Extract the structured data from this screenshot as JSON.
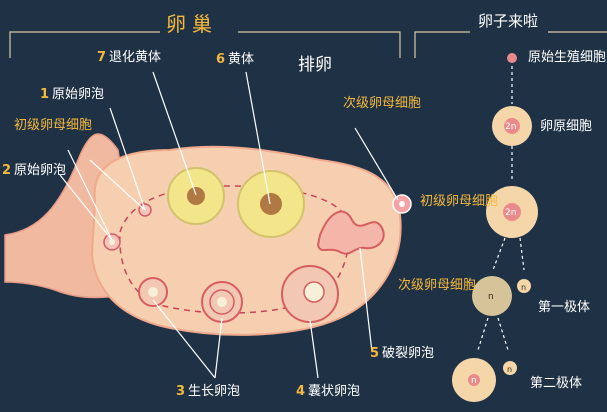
{
  "header": {
    "ovary_title": "卵巢",
    "egg_title": "卵子来啦"
  },
  "ovary_labels": {
    "retreating_corpus_luteum": {
      "num": "7",
      "text": "退化黄体"
    },
    "corpus_luteum": {
      "num": "6",
      "text": "黄体"
    },
    "ovulation": "排卵",
    "primordial_follicle_1": {
      "num": "1",
      "text": "原始卵泡"
    },
    "primary_oocyte": "初级卵母细胞",
    "primordial_follicle_2": {
      "num": "2",
      "text": "原始卵泡"
    },
    "secondary_oocyte": "次级卵母细胞",
    "growing_follicle": {
      "num": "3",
      "text": "生长卵泡"
    },
    "vesicular_follicle": {
      "num": "4",
      "text": "囊状卵泡"
    },
    "ruptured_follicle": {
      "num": "5",
      "text": "破裂卵泡"
    }
  },
  "egg_stages": {
    "primordial_germ_cell": "原始生殖细胞",
    "oogonium": "卵原细胞",
    "primary_oocyte": "初级卵母细胞",
    "secondary_oocyte": "次级卵母细胞",
    "first_polar_body": "第一极体",
    "second_polar_body": "第二极体",
    "cell_label_2n_a": "2n",
    "cell_label_2n_b": "2n",
    "cell_label_n_a": "n",
    "cell_label_n_b": "n",
    "cell_label_n_c": "n",
    "cell_label_n_d": "n"
  },
  "colors": {
    "background": "#1f3245",
    "accent": "#f5b83d",
    "ovary_fill": "#f6cfb0",
    "corpus_luteum": "#f3e68a",
    "cell": "#f4d6a8",
    "nucleus": "#e98b8b"
  }
}
